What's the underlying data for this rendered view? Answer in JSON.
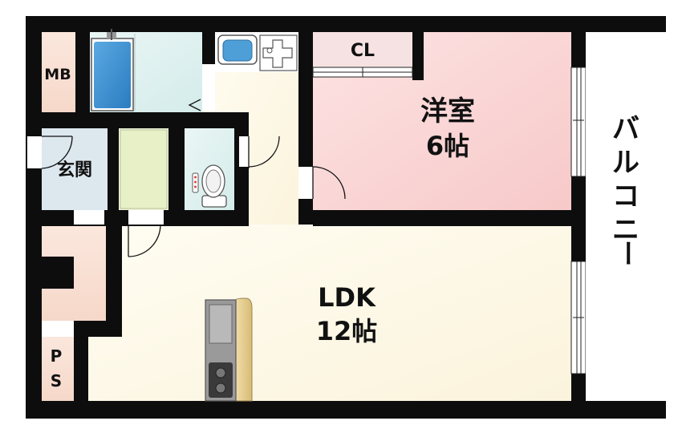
{
  "rooms": {
    "mb": "MB",
    "genkan": "玄関",
    "cl": "CL",
    "youshitsu_name": "洋室",
    "youshitsu_size": "6帖",
    "ldk_name": "LDK",
    "ldk_size": "12帖",
    "ps_p": "P",
    "ps_s": "S",
    "balcony": [
      "バ",
      "ル",
      "コ",
      "ニ",
      "ー"
    ]
  },
  "colors": {
    "wall": "#0d0d0d",
    "ldk_floor": "#fdf8e8",
    "youshitsu_floor": "#fbd9d9",
    "bath_floor": "#e1f2f1",
    "genkan_floor": "#dfe8ee",
    "wood_storage": "#fbe6dc",
    "shoe_box": "#eef3d8",
    "bathtub": "#3b8fd0",
    "counter": "#e0c98d",
    "sink": "#c8c8c8"
  },
  "icons": [
    "bathtub-icon",
    "washbasin-icon",
    "washer-pan-icon",
    "toilet-icon",
    "stove-icon",
    "kitchen-sink-icon"
  ]
}
